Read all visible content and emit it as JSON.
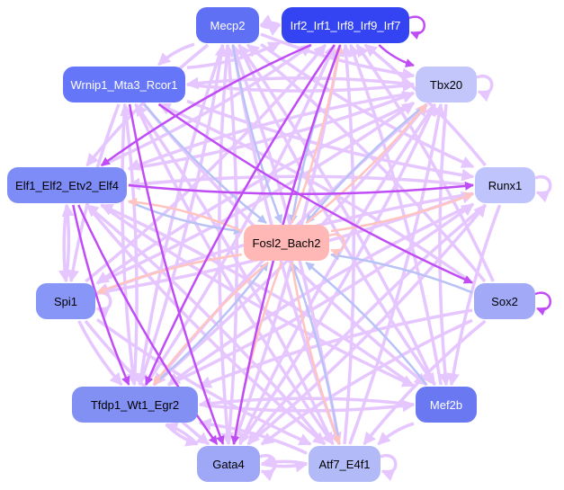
{
  "colors": {
    "light": "#e6c6ff",
    "strong": "#c04cf6",
    "blue": "#b8c2f6",
    "pink": "#ffc4c0"
  },
  "nodes": [
    {
      "id": "mecp2",
      "label": "Mecp2",
      "fill": "#6070f4",
      "text": "#ffffff"
    },
    {
      "id": "irf",
      "label": "Irf2_Irf1_Irf8_Irf9_Irf7",
      "fill": "#3444f2",
      "text": "#ffffff"
    },
    {
      "id": "wrnip1",
      "label": "Wrnip1_Mta3_Rcor1",
      "fill": "#6676f8",
      "text": "#ffffff"
    },
    {
      "id": "tbx20",
      "label": "Tbx20",
      "fill": "#c2c6fa",
      "text": "#000000"
    },
    {
      "id": "elf1",
      "label": "Elf1_Elf2_Etv2_Elf4",
      "fill": "#7e8cf8",
      "text": "#000000"
    },
    {
      "id": "runx1",
      "label": "Runx1",
      "fill": "#c0c4fc",
      "text": "#000000"
    },
    {
      "id": "fosl2",
      "label": "Fosl2_Bach2",
      "fill": "#ffb8b6",
      "text": "#000000"
    },
    {
      "id": "spi1",
      "label": "Spi1",
      "fill": "#8896f8",
      "text": "#000000"
    },
    {
      "id": "sox2",
      "label": "Sox2",
      "fill": "#a2aaf8",
      "text": "#000000"
    },
    {
      "id": "tfdp1",
      "label": "Tfdp1_Wt1_Egr2",
      "fill": "#8290f4",
      "text": "#000000"
    },
    {
      "id": "mef2b",
      "label": "Mef2b",
      "fill": "#6a78f2",
      "text": "#ffffff"
    },
    {
      "id": "gata4",
      "label": "Gata4",
      "fill": "#9ea8f6",
      "text": "#000000"
    },
    {
      "id": "atf7",
      "label": "Atf7_E4f1",
      "fill": "#b2baf8",
      "text": "#000000"
    }
  ],
  "edges": [
    [
      "irf",
      "irf",
      "strong"
    ],
    [
      "tbx20",
      "tbx20",
      "light"
    ],
    [
      "runx1",
      "runx1",
      "light"
    ],
    [
      "sox2",
      "sox2",
      "strong"
    ],
    [
      "spi1",
      "spi1",
      "light"
    ],
    [
      "atf7",
      "atf7",
      "light"
    ],
    [
      "gata4",
      "gata4",
      "light"
    ],
    [
      "fosl2",
      "fosl2",
      "pink"
    ],
    [
      "mecp2",
      "irf",
      "light"
    ],
    [
      "irf",
      "mecp2",
      "light"
    ],
    [
      "irf",
      "tbx20",
      "strong"
    ],
    [
      "irf",
      "elf1",
      "strong"
    ],
    [
      "irf",
      "gata4",
      "strong"
    ],
    [
      "irf",
      "tfdp1",
      "strong"
    ],
    [
      "elf1",
      "runx1",
      "strong"
    ],
    [
      "wrnip1",
      "sox2",
      "strong"
    ],
    [
      "elf1",
      "gata4",
      "strong"
    ],
    [
      "elf1",
      "tfdp1",
      "strong"
    ],
    [
      "elf1",
      "spi1",
      "light"
    ],
    [
      "spi1",
      "elf1",
      "light"
    ],
    [
      "wrnip1",
      "gata4",
      "strong"
    ],
    [
      "mecp2",
      "fosl2",
      "blue"
    ],
    [
      "wrnip1",
      "fosl2",
      "blue"
    ],
    [
      "elf1",
      "fosl2",
      "blue"
    ],
    [
      "tbx20",
      "fosl2",
      "blue"
    ],
    [
      "sox2",
      "fosl2",
      "blue"
    ],
    [
      "mef2b",
      "fosl2",
      "blue"
    ],
    [
      "tfdp1",
      "fosl2",
      "blue"
    ],
    [
      "irf",
      "fosl2",
      "blue"
    ],
    [
      "fosl2",
      "elf1",
      "pink"
    ],
    [
      "fosl2",
      "runx1",
      "pink"
    ],
    [
      "fosl2",
      "spi1",
      "pink"
    ],
    [
      "fosl2",
      "tfdp1",
      "pink"
    ],
    [
      "fosl2",
      "irf",
      "pink"
    ],
    [
      "fosl2",
      "gata4",
      "pink"
    ],
    [
      "fosl2",
      "tbx20",
      "pink"
    ],
    [
      "fosl2",
      "atf7",
      "pink"
    ],
    [
      "mecp2",
      "wrnip1",
      "light"
    ],
    [
      "mecp2",
      "tbx20",
      "light"
    ],
    [
      "mecp2",
      "elf1",
      "light"
    ],
    [
      "mecp2",
      "gata4",
      "light"
    ],
    [
      "mecp2",
      "tfdp1",
      "light"
    ],
    [
      "mecp2",
      "atf7",
      "light"
    ],
    [
      "mecp2",
      "mef2b",
      "light"
    ],
    [
      "mecp2",
      "runx1",
      "light"
    ],
    [
      "wrnip1",
      "irf",
      "light"
    ],
    [
      "wrnip1",
      "tbx20",
      "light"
    ],
    [
      "wrnip1",
      "runx1",
      "light"
    ],
    [
      "wrnip1",
      "tfdp1",
      "light"
    ],
    [
      "wrnip1",
      "atf7",
      "light"
    ],
    [
      "wrnip1",
      "mef2b",
      "light"
    ],
    [
      "wrnip1",
      "spi1",
      "light"
    ],
    [
      "tbx20",
      "elf1",
      "light"
    ],
    [
      "tbx20",
      "spi1",
      "light"
    ],
    [
      "tbx20",
      "tfdp1",
      "light"
    ],
    [
      "tbx20",
      "gata4",
      "light"
    ],
    [
      "tbx20",
      "mef2b",
      "light"
    ],
    [
      "tbx20",
      "wrnip1",
      "light"
    ],
    [
      "runx1",
      "irf",
      "light"
    ],
    [
      "runx1",
      "tfdp1",
      "light"
    ],
    [
      "runx1",
      "gata4",
      "light"
    ],
    [
      "runx1",
      "elf1",
      "light"
    ],
    [
      "runx1",
      "mef2b",
      "light"
    ],
    [
      "runx1",
      "spi1",
      "light"
    ],
    [
      "sox2",
      "irf",
      "light"
    ],
    [
      "sox2",
      "tfdp1",
      "light"
    ],
    [
      "sox2",
      "atf7",
      "light"
    ],
    [
      "sox2",
      "wrnip1",
      "light"
    ],
    [
      "sox2",
      "mecp2",
      "light"
    ],
    [
      "sox2",
      "gata4",
      "light"
    ],
    [
      "spi1",
      "irf",
      "light"
    ],
    [
      "spi1",
      "tbx20",
      "light"
    ],
    [
      "spi1",
      "tfdp1",
      "light"
    ],
    [
      "spi1",
      "gata4",
      "light"
    ],
    [
      "spi1",
      "runx1",
      "light"
    ],
    [
      "spi1",
      "atf7",
      "light"
    ],
    [
      "tfdp1",
      "irf",
      "light"
    ],
    [
      "tfdp1",
      "mecp2",
      "light"
    ],
    [
      "tfdp1",
      "tbx20",
      "light"
    ],
    [
      "tfdp1",
      "runx1",
      "light"
    ],
    [
      "tfdp1",
      "mef2b",
      "light"
    ],
    [
      "tfdp1",
      "gata4",
      "light"
    ],
    [
      "tfdp1",
      "wrnip1",
      "light"
    ],
    [
      "mef2b",
      "tfdp1",
      "light"
    ],
    [
      "mef2b",
      "irf",
      "light"
    ],
    [
      "mef2b",
      "atf7",
      "light"
    ],
    [
      "mef2b",
      "elf1",
      "light"
    ],
    [
      "mef2b",
      "mecp2",
      "light"
    ],
    [
      "gata4",
      "irf",
      "light"
    ],
    [
      "gata4",
      "mecp2",
      "light"
    ],
    [
      "gata4",
      "tbx20",
      "light"
    ],
    [
      "gata4",
      "runx1",
      "light"
    ],
    [
      "gata4",
      "tfdp1",
      "light"
    ],
    [
      "gata4",
      "atf7",
      "light"
    ],
    [
      "atf7",
      "irf",
      "light"
    ],
    [
      "atf7",
      "mecp2",
      "light"
    ],
    [
      "atf7",
      "tbx20",
      "light"
    ],
    [
      "atf7",
      "tfdp1",
      "light"
    ],
    [
      "atf7",
      "wrnip1",
      "light"
    ],
    [
      "atf7",
      "elf1",
      "light"
    ],
    [
      "atf7",
      "gata4",
      "light"
    ],
    [
      "atf7",
      "fosl2",
      "blue"
    ],
    [
      "elf1",
      "irf",
      "light"
    ],
    [
      "elf1",
      "tbx20",
      "light"
    ],
    [
      "elf1",
      "mef2b",
      "light"
    ],
    [
      "elf1",
      "atf7",
      "light"
    ]
  ]
}
